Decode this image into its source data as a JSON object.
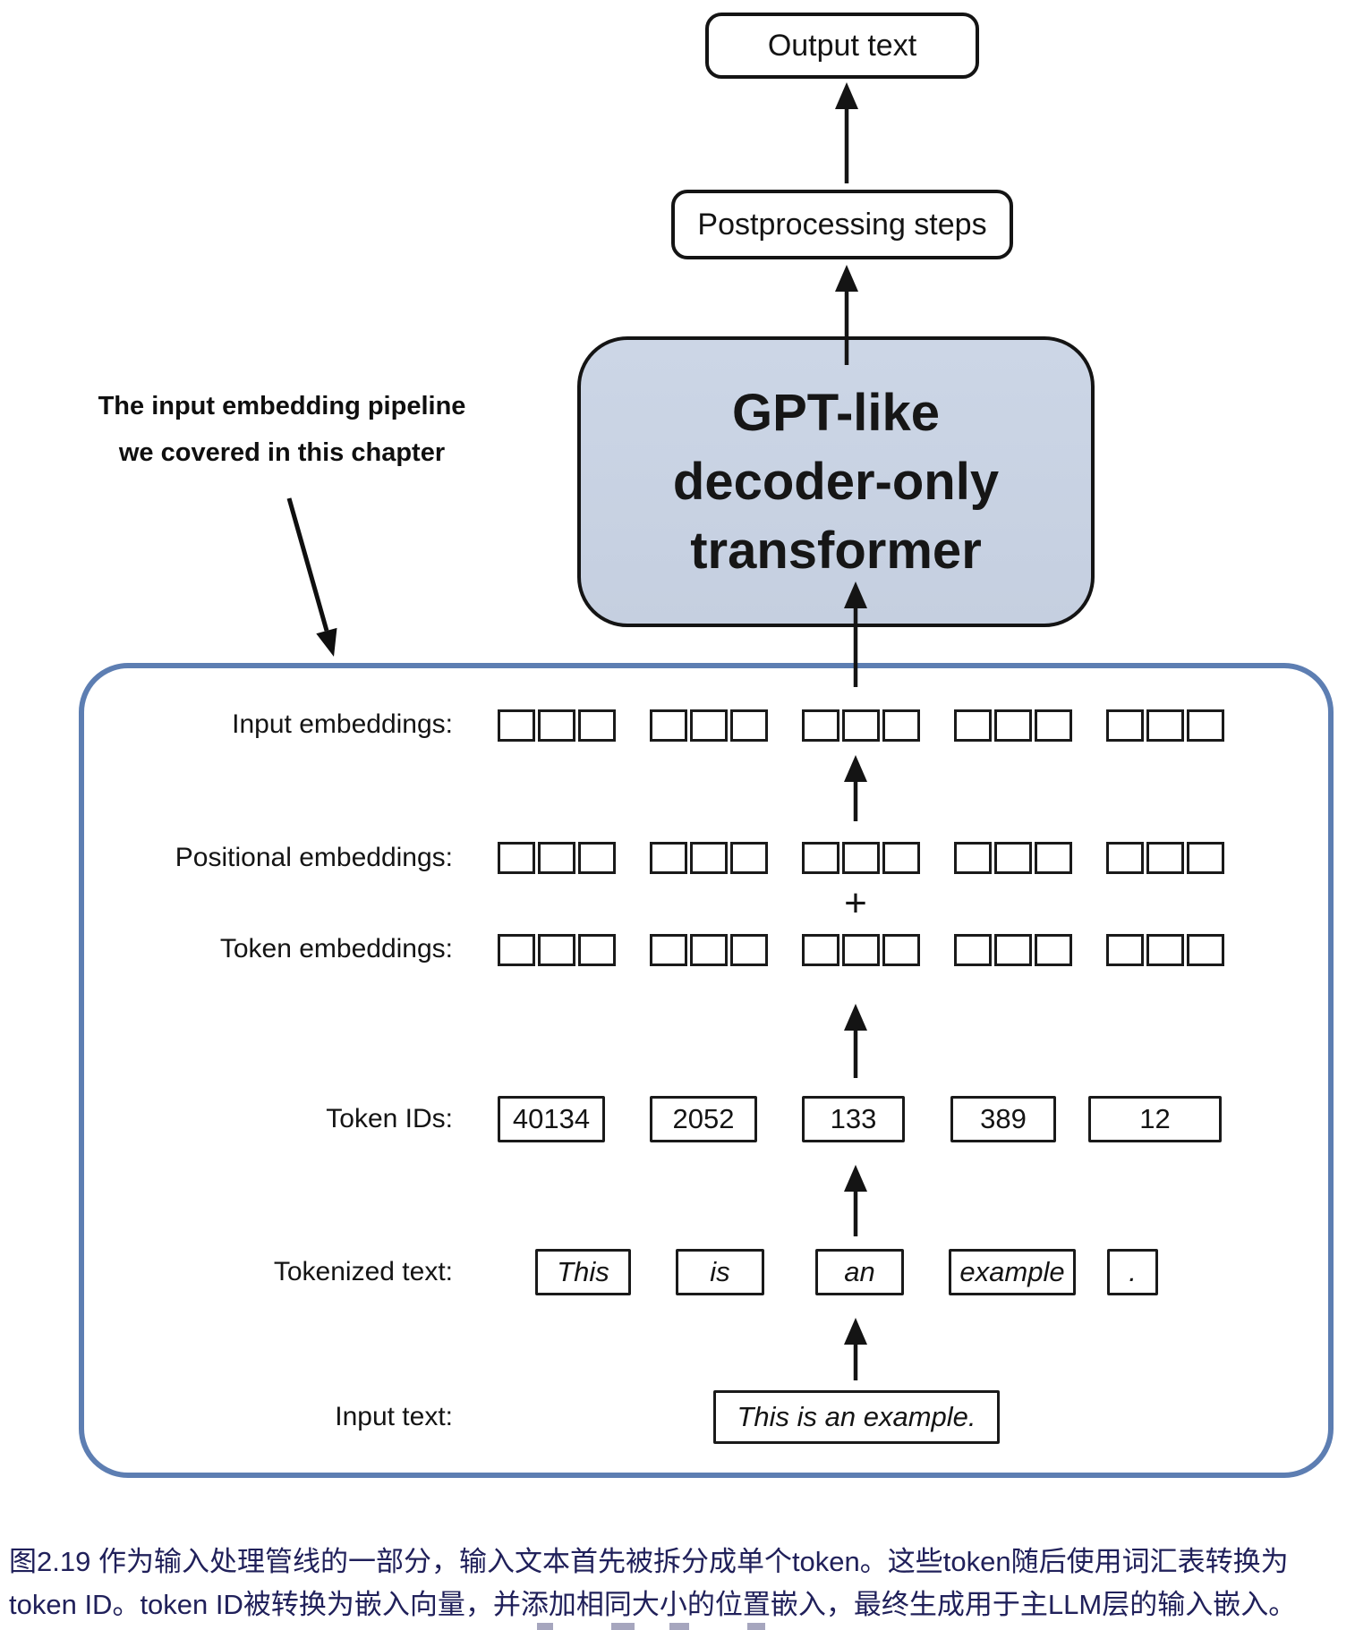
{
  "figure": {
    "output_box": "Output text",
    "postprocessing_box": "Postprocessing steps",
    "gpt_box": {
      "line1": "GPT-like",
      "line2": "decoder-only",
      "line3": "transformer"
    },
    "annotation": {
      "line1": "The input embedding pipeline",
      "line2": "we covered in this chapter"
    },
    "plus_sign": "+",
    "rows": {
      "input_embeddings": {
        "label": "Input embeddings:",
        "groups": 5,
        "cells_per_group": 3
      },
      "positional_embeddings": {
        "label": "Positional embeddings:",
        "groups": 5,
        "cells_per_group": 3
      },
      "token_embeddings": {
        "label": "Token embeddings:",
        "groups": 5,
        "cells_per_group": 3
      },
      "token_ids": {
        "label": "Token IDs:",
        "values": [
          "40134",
          "2052",
          "133",
          "389",
          "12"
        ]
      },
      "tokenized_text": {
        "label": "Tokenized text:",
        "tokens": [
          "This",
          "is",
          "an",
          "example",
          "."
        ]
      },
      "input_text": {
        "label": "Input text:",
        "value": "This is an example."
      }
    },
    "caption": {
      "line1": "图2.19 作为输入处理管线的一部分，输入文本首先被拆分成单个token。这些token随后使用词汇表转换为",
      "line2": "token ID。token ID被转换为嵌入向量，并添加相同大小的位置嵌入，最终生成用于主LLM层的输入嵌入。"
    },
    "colors": {
      "ink": "#141414",
      "gpt_fill": "#c8d2e2",
      "container_border": "#5d7eb2",
      "caption_text": "#20205a"
    }
  }
}
